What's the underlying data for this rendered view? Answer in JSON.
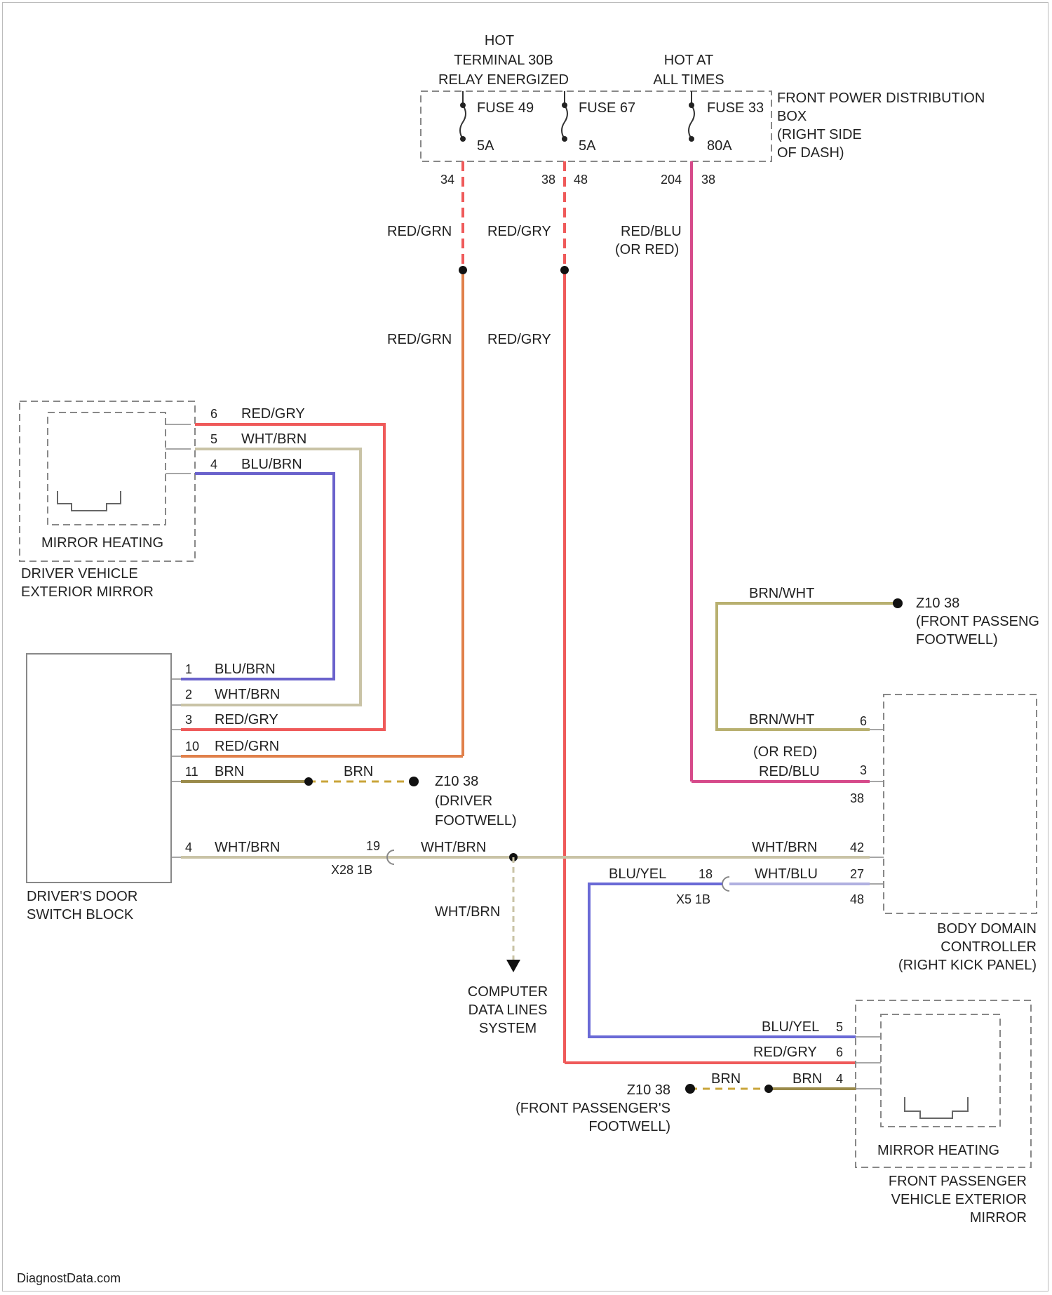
{
  "colors": {
    "red_grn": "#e0804a",
    "red_gry": "#ef5a5a",
    "red_blu": "#d64a8a",
    "wht_brn": "#c9c3a6",
    "blu_brn": "#6a62cc",
    "blu_yel": "#6a6ad6",
    "brn_wht": "#b8b070",
    "brn": "#9a8a4a",
    "wht_blu": "#b0b0e0",
    "box": "#888888"
  },
  "power": {
    "hot_relay": [
      "HOT",
      "TERMINAL 30B",
      "RELAY ENERGIZED"
    ],
    "hot_always": [
      "HOT AT",
      "ALL TIMES"
    ],
    "fuse_box": [
      "FRONT POWER DISTRIBUTION",
      "BOX",
      "(RIGHT SIDE",
      "OF DASH)"
    ],
    "fuses": [
      {
        "name": "FUSE 49",
        "rating": "5A",
        "pin": "34"
      },
      {
        "name": "FUSE 67",
        "rating": "5A",
        "pin": "38",
        "pin2": "48"
      },
      {
        "name": "FUSE 33",
        "rating": "80A",
        "pin": "204",
        "pin2": "38"
      }
    ]
  },
  "wires": {
    "red_grn": "RED/GRN",
    "red_gry": "RED/GRY",
    "red_blu": "RED/BLU",
    "or_red": "(OR RED)",
    "wht_brn": "WHT/BRN",
    "blu_brn": "BLU/BRN",
    "brn_wht": "BRN/WHT",
    "brn": "BRN",
    "blu_yel": "BLU/YEL",
    "wht_blu": "WHT/BLU"
  },
  "components": {
    "driver_mirror_heating": "MIRROR HEATING",
    "driver_mirror": [
      "DRIVER VEHICLE",
      "EXTERIOR MIRROR"
    ],
    "switch_block": [
      "DRIVER'S DOOR",
      "SWITCH BLOCK"
    ],
    "bdc": [
      "BODY DOMAIN",
      "CONTROLLER",
      "(RIGHT KICK PANEL)"
    ],
    "pass_mirror_heating": "MIRROR HEATING",
    "pass_mirror": [
      "FRONT PASSENGER",
      "VEHICLE EXTERIOR",
      "MIRROR"
    ],
    "data_lines": [
      "COMPUTER",
      "DATA LINES",
      "SYSTEM"
    ]
  },
  "grounds": {
    "g_front_pass_top": [
      "Z10 38",
      "(FRONT PASSENG",
      "FOOTWELL)"
    ],
    "g_driver": [
      "Z10 38",
      "(DRIVER",
      "FOOTWELL)"
    ],
    "g_front_pass_bottom": [
      "Z10 38",
      "(FRONT PASSENGER'S",
      "FOOTWELL)"
    ]
  },
  "pins": {
    "dm_6": "6",
    "dm_5": "5",
    "dm_4": "4",
    "sw_1": "1",
    "sw_2": "2",
    "sw_3": "3",
    "sw_10": "10",
    "sw_11": "11",
    "sw_4": "4",
    "bdc_6": "6",
    "bdc_3": "3",
    "bdc_38": "38",
    "bdc_42": "42",
    "bdc_27": "27",
    "bdc_48": "48",
    "pm_5": "5",
    "pm_6": "6",
    "pm_4": "4",
    "x_19": "19",
    "x_label_1": "X28 1B",
    "x_18": "18",
    "x_label_2": "X5 1B"
  },
  "footer": "DiagnostData.com"
}
